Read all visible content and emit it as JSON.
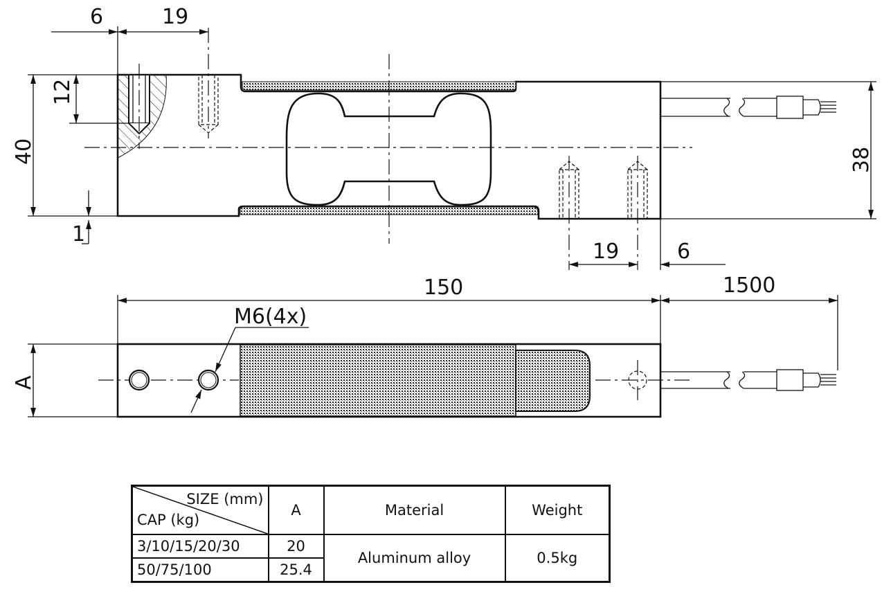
{
  "dimensions": {
    "top_left_offset": "6",
    "top_hole_pitch": "19",
    "thread_depth": "12",
    "height_left": "40",
    "step": "1",
    "height_right": "38",
    "bottom_hole_pitch": "19",
    "bottom_right_offset": "6",
    "length": "150",
    "cable_length": "1500",
    "thread_spec": "M6(4x)",
    "width": "A"
  },
  "table": {
    "header_size": "SIZE (mm)",
    "header_cap": "CAP (kg)",
    "header_a": "A",
    "header_material": "Material",
    "header_weight": "Weight",
    "rows": [
      {
        "cap": "3/10/15/20/30",
        "a": "20"
      },
      {
        "cap": "50/75/100",
        "a": "25.4"
      }
    ],
    "material": "Aluminum alloy",
    "weight": "0.5kg"
  }
}
